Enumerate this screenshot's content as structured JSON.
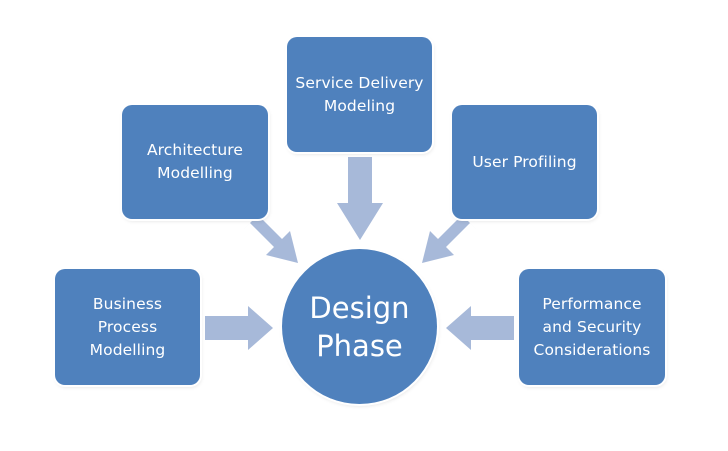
{
  "diagram": {
    "center": {
      "label": "Design\nPhase"
    },
    "nodes": [
      {
        "id": "architecture-modelling",
        "label": "Architecture\nModelling"
      },
      {
        "id": "service-delivery-modeling",
        "label": "Service  Delivery\nModeling"
      },
      {
        "id": "user-profiling",
        "label": "User  Profiling"
      },
      {
        "id": "business-process-modelling",
        "label": "Business\nProcess\nModelling"
      },
      {
        "id": "performance-security-considerations",
        "label": "Performance\nand  Security\nConsiderations"
      }
    ],
    "edges": [
      {
        "from": "architecture-modelling",
        "to": "design-phase"
      },
      {
        "from": "service-delivery-modeling",
        "to": "design-phase"
      },
      {
        "from": "user-profiling",
        "to": "design-phase"
      },
      {
        "from": "business-process-modelling",
        "to": "design-phase"
      },
      {
        "from": "performance-security-considerations",
        "to": "design-phase"
      }
    ],
    "colors": {
      "node_fill": "#4f81bd",
      "arrow_fill": "#a7b9d9",
      "text": "#ffffff",
      "background": "#ffffff"
    }
  }
}
